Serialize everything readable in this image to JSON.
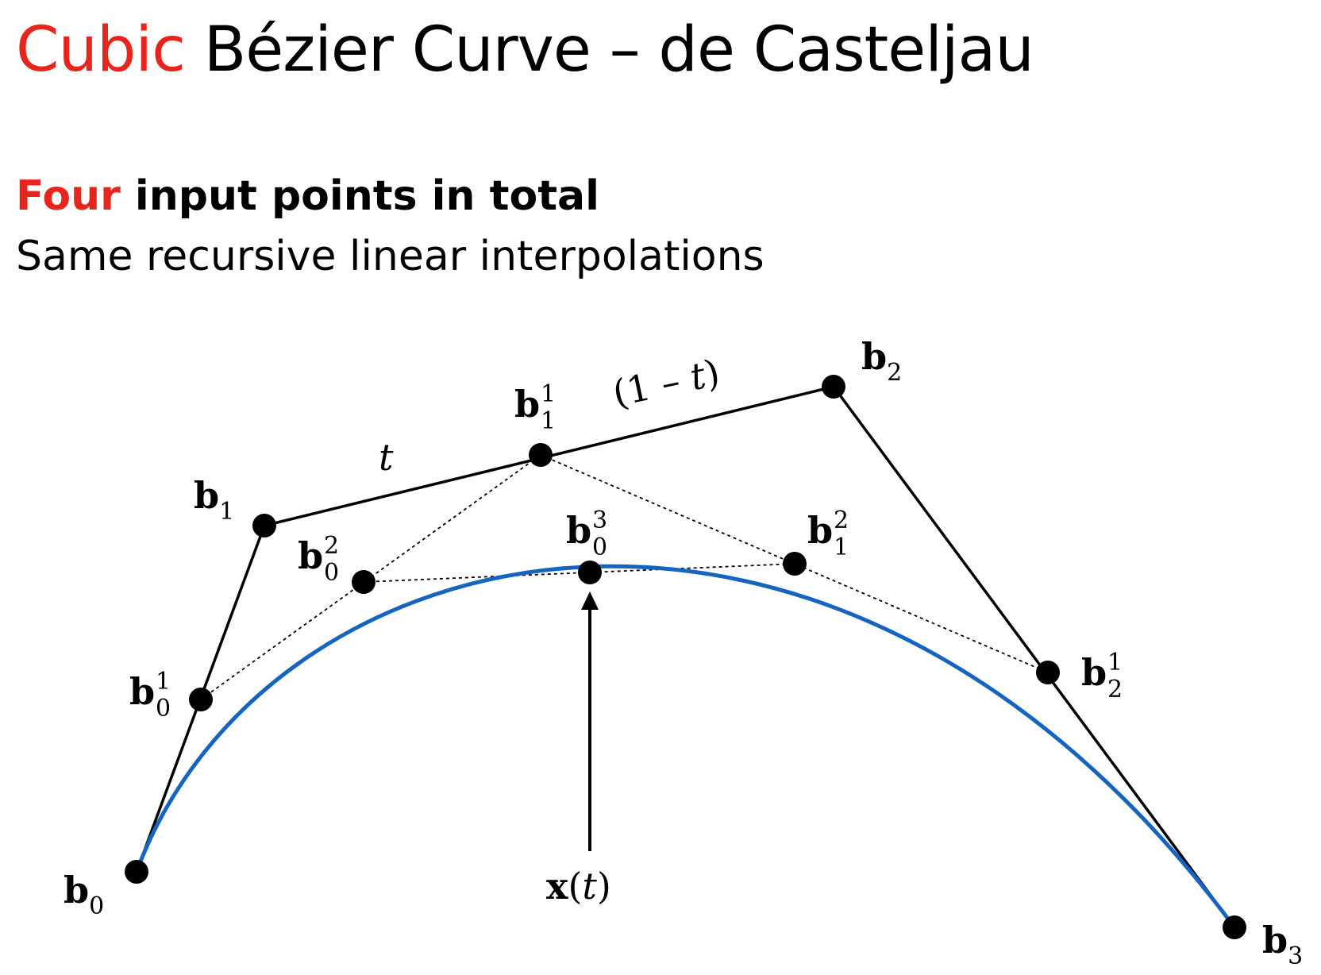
{
  "title": {
    "accent": "Cubic",
    "rest": " Bézier Curve – de Casteljau"
  },
  "subtitle_bold": {
    "accent": "Four",
    "rest": " input points in total"
  },
  "subtitle_plain": "Same recursive linear interpolations",
  "colors": {
    "accent": "#e8251c",
    "curve": "#1565c0",
    "ink": "#000000"
  },
  "labels": {
    "b0": {
      "base": "b",
      "sub": "0",
      "sup": ""
    },
    "b1": {
      "base": "b",
      "sub": "1",
      "sup": ""
    },
    "b2": {
      "base": "b",
      "sub": "2",
      "sup": ""
    },
    "b3": {
      "base": "b",
      "sub": "3",
      "sup": ""
    },
    "b10": {
      "base": "b",
      "sub": "0",
      "sup": "1"
    },
    "b11": {
      "base": "b",
      "sub": "1",
      "sup": "1"
    },
    "b12": {
      "base": "b",
      "sub": "2",
      "sup": "1"
    },
    "b20": {
      "base": "b",
      "sub": "0",
      "sup": "2"
    },
    "b21": {
      "base": "b",
      "sub": "1",
      "sup": "2"
    },
    "b30": {
      "base": "b",
      "sub": "0",
      "sup": "3"
    }
  },
  "segment_labels": {
    "t": "t",
    "one_minus_t": {
      "open": "(1 – ",
      "var": "t",
      "close": ")"
    }
  },
  "curve_point_label": {
    "base": "x",
    "open": "(",
    "var": "t",
    "close": ")"
  }
}
